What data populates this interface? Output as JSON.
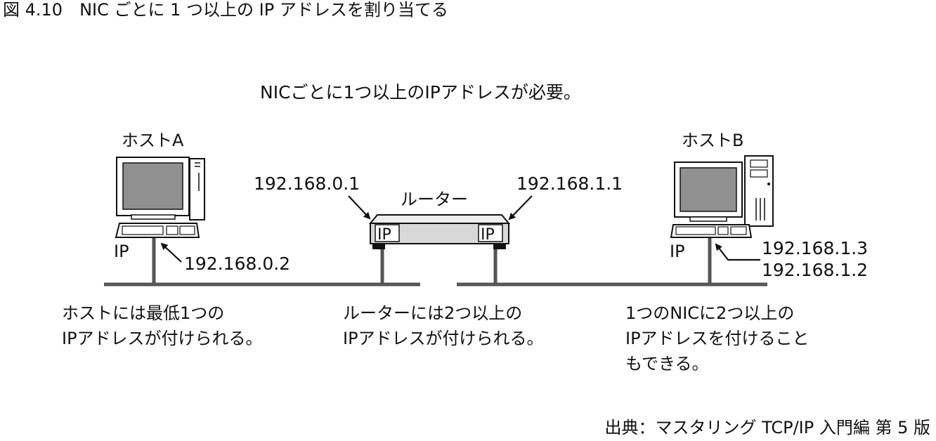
{
  "figure_title": "図 4.10　NIC ごとに 1 つ以上の IP アドレスを割り当てる",
  "headline": "NICごとに1つ以上のIPアドレスが必要。",
  "host_a": {
    "label": "ホストA",
    "ip_label": "IP",
    "address": "192.168.0.2"
  },
  "host_b": {
    "label": "ホストB",
    "ip_label": "IP",
    "addresses": [
      "192.168.1.3",
      "192.168.1.2"
    ]
  },
  "router": {
    "label": "ルーター",
    "left_port_label": "IP",
    "right_port_label": "IP",
    "left_address": "192.168.0.1",
    "right_address": "192.168.1.1"
  },
  "notes": {
    "host_a": [
      "ホストには最低1つの",
      "IPアドレスが付けられる。"
    ],
    "router": [
      "ルーターには2つ以上の",
      "IPアドレスが付けられる。"
    ],
    "host_b": [
      "1つのNICに2つ以上の",
      "IPアドレスを付けること",
      "もできる。"
    ]
  },
  "source": "出典：マスタリング TCP/IP 入門編 第 5 版"
}
